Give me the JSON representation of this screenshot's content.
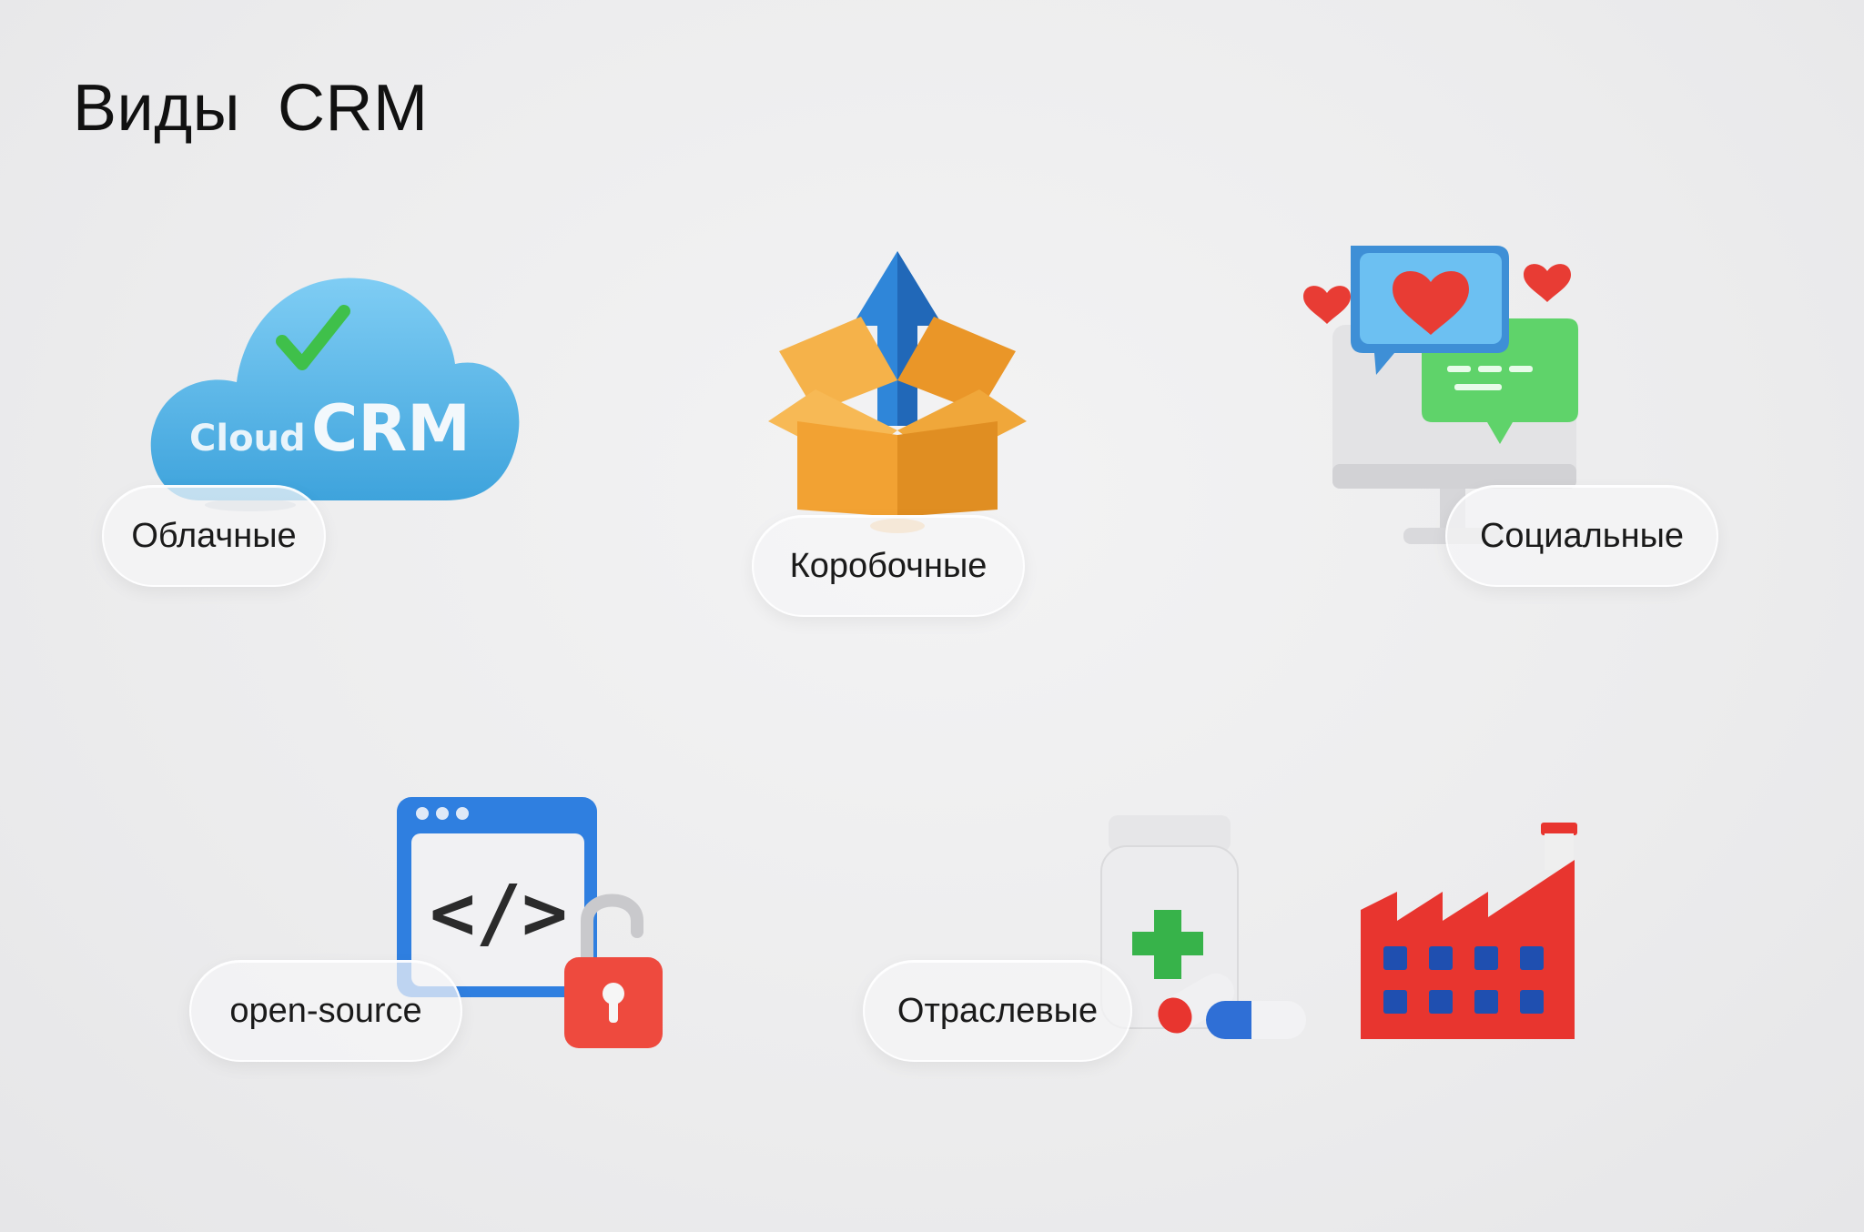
{
  "title": "Виды  CRM",
  "cards": [
    {
      "label": "Облачные",
      "icon": "cloud-crm-icon",
      "art_text_small": "Cloud",
      "art_text_big": "CRM"
    },
    {
      "label": "Коробочные",
      "icon": "open-box-arrow-icon"
    },
    {
      "label": "Социальные",
      "icon": "monitor-chat-heart-icon"
    },
    {
      "label": "open-source",
      "icon": "code-window-unlock-icon",
      "art_code": "</>"
    },
    {
      "label": "Отраслевые",
      "icon": "medicine-factory-icon"
    }
  ],
  "colors": {
    "cloud": "#5bb8ea",
    "check": "#3fc04a",
    "box": "#f2a233",
    "arrow": "#2f86d9",
    "chat_blue": "#58b3ee",
    "chat_green": "#5fd36a",
    "heart": "#e83c34",
    "window_blue": "#2f7fe0",
    "lock_red": "#ee4a3e",
    "factory_red": "#e8352f",
    "factory_window": "#1f4fb0",
    "cross_green": "#37b34a"
  }
}
